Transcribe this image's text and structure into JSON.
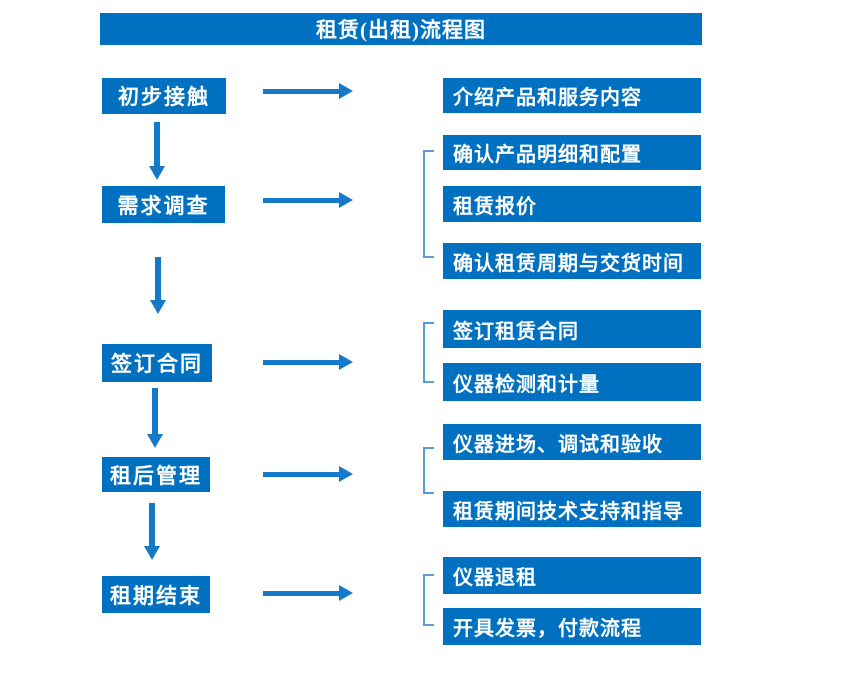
{
  "colors": {
    "box_blue": "#0070c0",
    "arrow_blue": "#1479c9",
    "bracket_blue": "#5b9bd5",
    "box_text": "#ffffff"
  },
  "diagram": {
    "title": "租赁(出租)流程图",
    "stages": [
      {
        "label": "初步接触",
        "details": [
          "介绍产品和服务内容"
        ]
      },
      {
        "label": "需求调查",
        "details": [
          "确认产品明细和配置",
          "租赁报价",
          "确认租赁周期与交货时间"
        ]
      },
      {
        "label": "签订合同",
        "details": [
          "签订租赁合同",
          "仪器检测和计量"
        ]
      },
      {
        "label": "租后管理",
        "details": [
          "仪器进场、调试和验收",
          "租赁期间技术支持和指导"
        ]
      },
      {
        "label": "租期结束",
        "details": [
          "仪器退租",
          "开具发票，付款流程"
        ]
      }
    ]
  }
}
